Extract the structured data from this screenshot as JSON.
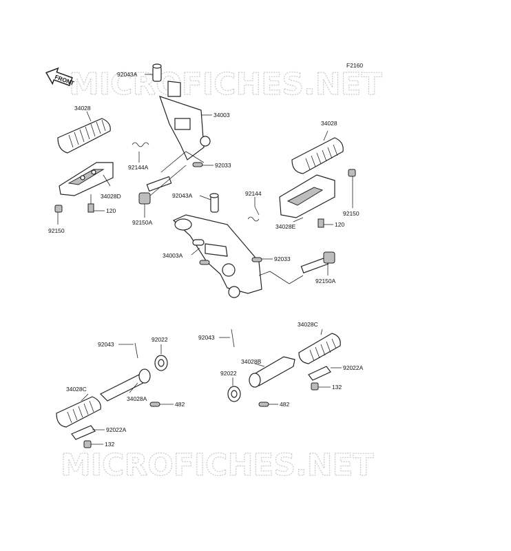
{
  "figure_code": "F2160",
  "front_label": "FRONT",
  "watermark": "MICROFICHES.NET",
  "callouts": {
    "c92043a_top": "92043A",
    "c34003": "34003",
    "c34028_left": "34028",
    "c92144a": "92144A",
    "c92033_top": "92033",
    "c34028d": "34028D",
    "c120_left": "120",
    "c92150_left": "92150",
    "c92043a_mid": "92043A",
    "c92150a_left": "92150A",
    "c34028_right": "34028",
    "c92144": "92144",
    "c92150_right": "92150",
    "c34028e": "34028E",
    "c120_right": "120",
    "c34003a": "34003A",
    "c92033_mid": "92033",
    "c92150a_right": "92150A",
    "c92043_left": "92043",
    "c92022_left": "92022",
    "c34028c_left": "34028C",
    "c34028a": "34028A",
    "c482_left": "482",
    "c92022a_left": "92022A",
    "c132_left": "132",
    "c92043_right": "92043",
    "c34028c_right": "34028C",
    "c34028b": "34028B",
    "c92022_right": "92022",
    "c92022a_right": "92022A",
    "c132_right": "132",
    "c482_right": "482"
  }
}
